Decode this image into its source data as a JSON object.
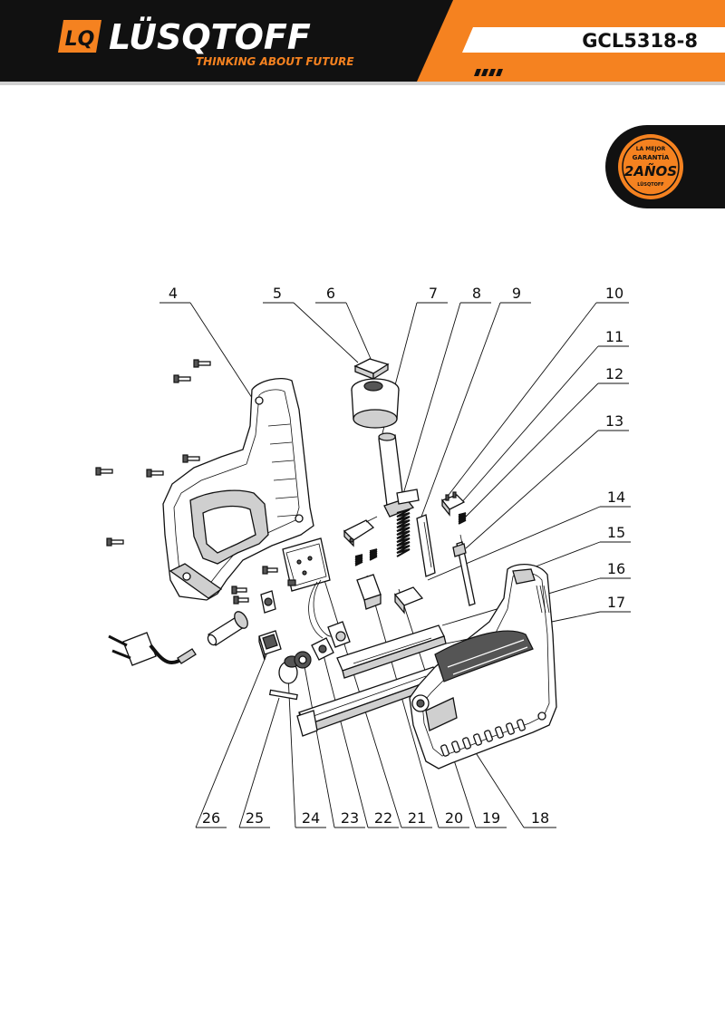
{
  "brand": {
    "logo_mark": "LQ",
    "name": "LÜSQTOFF",
    "tagline": "THINKING ABOUT FUTURE",
    "accent_color": "#F58220",
    "dark_color": "#111111"
  },
  "model": "GCL5318-8",
  "warranty_badge": {
    "line1": "LA MEJOR",
    "line2": "GARANTÍA",
    "years": "2AÑOS",
    "brand": "LÜSQTOFF"
  },
  "diagram": {
    "top_labels": [
      "4",
      "5",
      "6",
      "7",
      "8",
      "9",
      "10"
    ],
    "right_labels": [
      "11",
      "12",
      "13",
      "14",
      "15",
      "16",
      "17"
    ],
    "bottom_labels": [
      "26",
      "25",
      "24",
      "23",
      "22",
      "21",
      "20",
      "19",
      "18"
    ]
  }
}
